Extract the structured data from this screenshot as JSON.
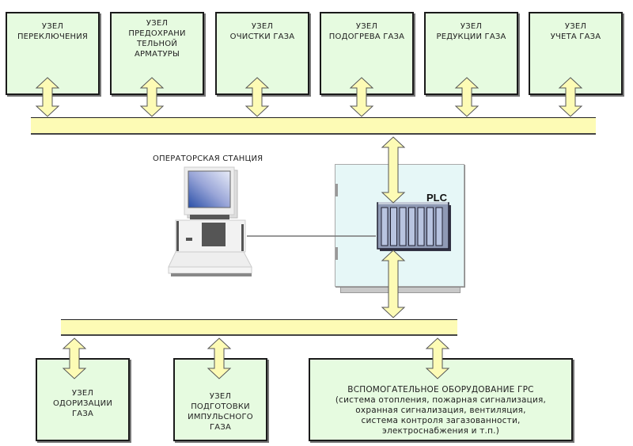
{
  "top_nodes": [
    {
      "lines": [
        "УЗЕЛ",
        "ПЕРЕКЛЮЧЕНИЯ"
      ]
    },
    {
      "lines": [
        "УЗЕЛ",
        "ПРЕДОХРАНИ",
        "ТЕЛЬНОЙ",
        "АРМАТУРЫ"
      ]
    },
    {
      "lines": [
        "УЗЕЛ",
        "ОЧИСТКИ ГАЗА"
      ]
    },
    {
      "lines": [
        "УЗЕЛ",
        "ПОДОГРЕВА ГАЗА"
      ]
    },
    {
      "lines": [
        "УЗЕЛ",
        "РЕДУКЦИИ ГАЗА"
      ]
    },
    {
      "lines": [
        "УЗЕЛ",
        "УЧЕТА ГАЗА"
      ]
    }
  ],
  "operator_station": {
    "label": "ОПЕРАТОРСКАЯ СТАНЦИЯ"
  },
  "plc": {
    "label": "PLC"
  },
  "bottom_nodes": [
    {
      "lines": [
        "УЗЕЛ",
        "ОДОРИЗАЦИИ",
        "ГАЗА"
      ]
    },
    {
      "lines": [
        "УЗЕЛ",
        "ПОДГОТОВКИ",
        "ИМПУЛЬСНОГО",
        "ГАЗА"
      ]
    },
    {
      "lines": [
        "ВСПОМОГАТЕЛЬНОЕ ОБОРУДОВАНИЕ  ГРС",
        "(система отопления, пожарная сигнализация,",
        "охранная сигнализация,  вентиляция,",
        "система  контроля загазованности,",
        "электроснабжения и т.п.)"
      ]
    }
  ],
  "colors": {
    "node_fill": "#e6fbe0",
    "bus_fill": "#fdfbb5",
    "arrow_fill": "#fdfbb5",
    "cabinet_fill": "#e6f7f7"
  }
}
